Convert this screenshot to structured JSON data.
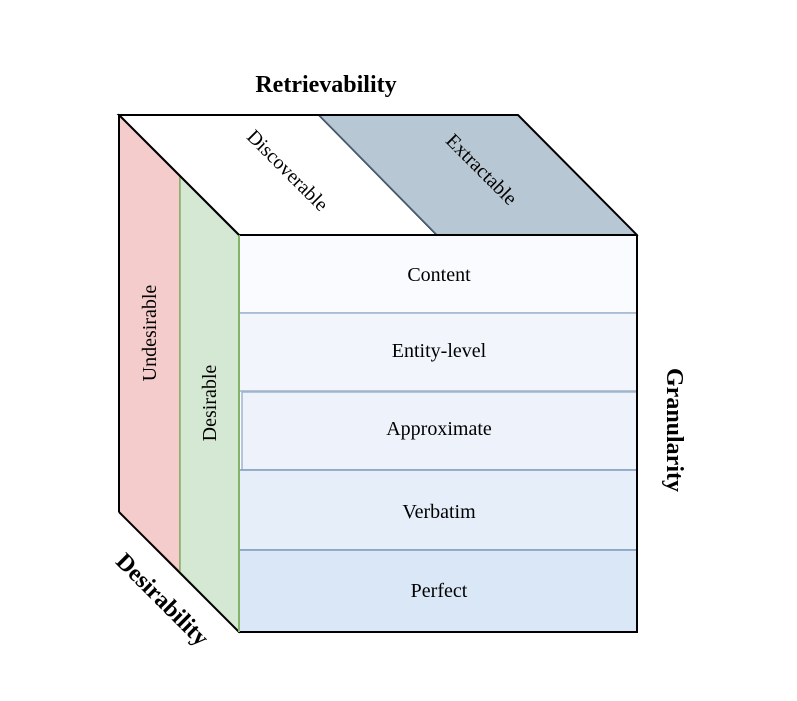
{
  "axes": {
    "retrievability": "Retrievability",
    "granularity": "Granularity",
    "desirability": "Desirability"
  },
  "retrievability_levels": [
    "Discoverable",
    "Extractable"
  ],
  "desirability_levels": [
    "Undesirable",
    "Desirable"
  ],
  "granularity_levels": [
    "Content",
    "Entity-level",
    "Approximate",
    "Verbatim",
    "Perfect"
  ],
  "colors": {
    "undesirable_fill": "#f4cccc",
    "undesirable_stroke": "#b85450",
    "desirable_fill": "#d5e8d4",
    "desirable_stroke": "#82b366",
    "discoverable_fill": "#ffffff",
    "extractable_fill": "#b8c7d4",
    "outline": "#000000",
    "row_stroke": "#9fb4cc",
    "row_fills": [
      "#f9fbfe",
      "#f2f6fc",
      "#eef3fb",
      "#e6eefa",
      "#dae7f7"
    ]
  }
}
